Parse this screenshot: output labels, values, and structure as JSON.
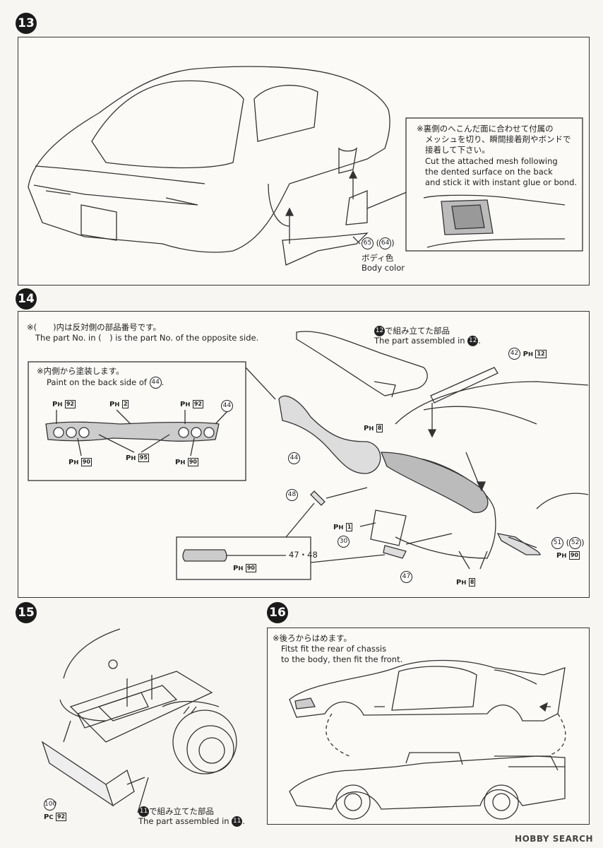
{
  "step13": {
    "number": "13",
    "note_ja_1": "※裏側のへこんだ面に合わせて付属の",
    "note_ja_2": "メッシュを切り、瞬間接着剤やボンドで",
    "note_ja_3": "接着して下さい。",
    "note_en_1": "Cut the attached mesh following",
    "note_en_2": "the dented surface on the back",
    "note_en_3": "and stick it with instant glue or bond.",
    "part_main": "65",
    "part_alt": "64",
    "color_ja": "ボディ色",
    "color_en": "Body color"
  },
  "step14": {
    "number": "14",
    "note_ja": "※(　　)内は反対側の部品番号です。",
    "note_en": "The part No. in (　) is the part No. of the opposite side.",
    "assembled_ja": "で組み立てた部品",
    "assembled_en": "The part assembled in",
    "assembled_ref": "12",
    "inset_ja": "※内側から塗装します。",
    "inset_en": "Paint on the back side of",
    "inset_ref": "44",
    "paint_92a": "92",
    "paint_2": "2",
    "paint_92b": "92",
    "part_44a": "44",
    "paint_90a": "90",
    "paint_95": "95",
    "paint_90b": "90",
    "part_42": "42",
    "paint_12": "12",
    "paint_8a": "8",
    "part_44b": "44",
    "part_48": "48",
    "paint_1": "1",
    "part_30": "30",
    "part_47_48": "47・48",
    "paint_90c": "90",
    "part_47": "47",
    "paint_8b": "8",
    "part_51": "51",
    "part_52": "52",
    "paint_90d": "90"
  },
  "step15": {
    "number": "15",
    "part_100": "100",
    "paint_92": "92",
    "assembled_ref": "11",
    "assembled_ja": "で組み立てた部品",
    "assembled_en": "The part assembled in"
  },
  "step16": {
    "number": "16",
    "note_ja": "※後ろからはめます。",
    "note_en_1": "Fitst fit the rear of chassis",
    "note_en_2": "to the body, then fit the front."
  },
  "watermark": "HOBBY SEARCH"
}
